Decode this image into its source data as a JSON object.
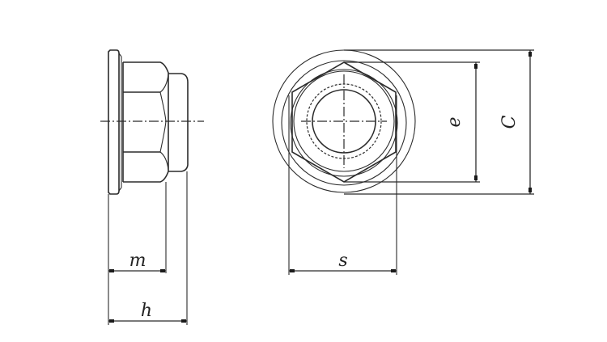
{
  "figure": {
    "title": "Flange nylon-insert lock nut dimension drawing",
    "views": [
      "side-view",
      "front-view"
    ]
  },
  "dimensions": {
    "m": {
      "label": "m",
      "description": "hex height"
    },
    "h": {
      "label": "h",
      "description": "overall height"
    },
    "s": {
      "label": "s",
      "description": "width across flats"
    },
    "e": {
      "label": "e",
      "description": "width across corners"
    },
    "c": {
      "label": "C",
      "description": "flange diameter"
    }
  },
  "colors": {
    "line": "#2b2b2b",
    "background": "#ffffff"
  }
}
